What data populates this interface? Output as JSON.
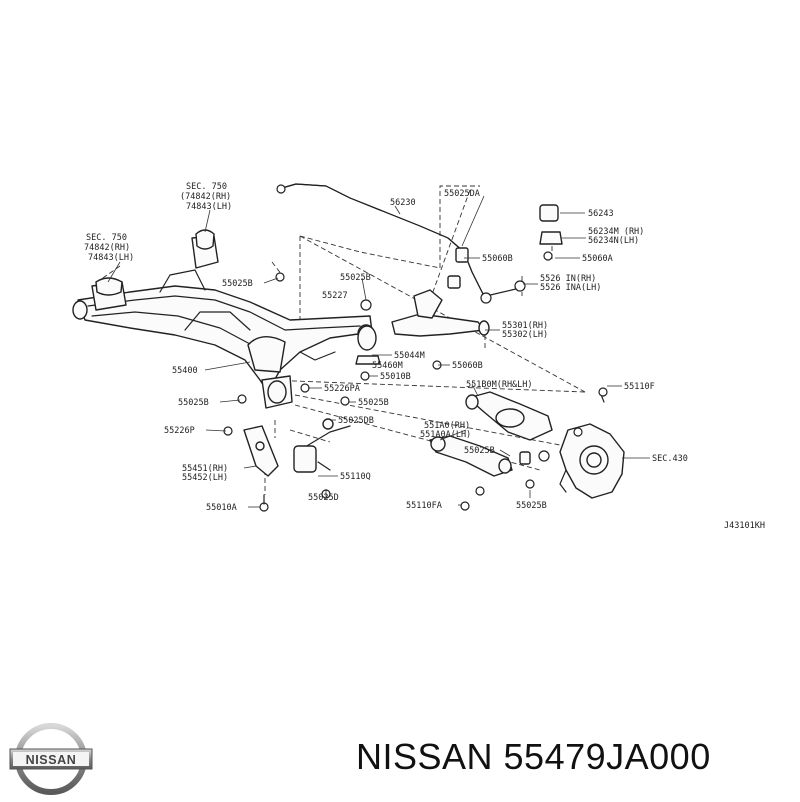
{
  "labels": {
    "sec750_top": "SEC. 750",
    "p74842_top": "(74842(RH)",
    "p74843_top": "74843(LH)",
    "sec750_left": "SEC. 750",
    "p74842_left": "74842(RH)",
    "p74843_left": "74843(LH)",
    "p56230": "56230",
    "p55025da": "55025DA",
    "p56243": "56243",
    "p56234m": "56234M (RH)",
    "p56234n": "56234N(LH)",
    "p55060b_top": "55060B",
    "p55060a": "55060A",
    "p55261n": "5526 IN(RH)",
    "p55261n_lh": "5526 INA(LH)",
    "p55025b_a": "55025B",
    "p55025b_b": "55025B",
    "p55227": "55227",
    "p55301": "55301(RH)",
    "p55302": "55302(LH)",
    "p55044m": "55044M",
    "p55460m": "55460M",
    "p55060b": "55060B",
    "p55010b": "55010B",
    "p55400": "55400",
    "p55226pa": "55226PA",
    "p551b0m": "551B0M(RH&LH)",
    "p55110f": "55110F",
    "p55025b_c": "55025B",
    "p55025db": "55025DB",
    "p55025b_d": "55025B",
    "p55226p": "55226P",
    "p551a0": "551A0(RH)",
    "p551a0a": "551A0A(LH)",
    "p55025b_e": "55025B",
    "p55451": "55451(RH)",
    "p55452": "55452(LH)",
    "p55110q": "55110Q",
    "sec430": "SEC.430",
    "p55025d": "55025D",
    "p55110fa": "55110FA",
    "p55025b_f": "55025B",
    "p55010a": "55010A",
    "diagram_code": "J43101KH"
  },
  "brand": {
    "caption": "NISSAN 55479JA000",
    "logo_text": "NISSAN"
  }
}
